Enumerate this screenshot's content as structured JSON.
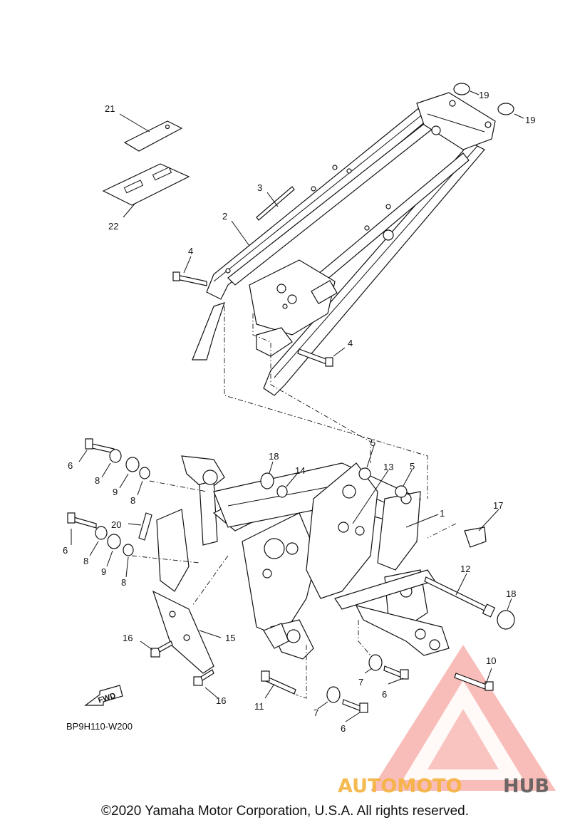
{
  "diagram": {
    "code": "BP9H110-W200",
    "fwd_label": "FWD",
    "callouts": [
      {
        "id": "c1",
        "label": "1"
      },
      {
        "id": "c2",
        "label": "2"
      },
      {
        "id": "c3",
        "label": "3"
      },
      {
        "id": "c4a",
        "label": "4"
      },
      {
        "id": "c4b",
        "label": "4"
      },
      {
        "id": "c5a",
        "label": "5"
      },
      {
        "id": "c5b",
        "label": "5"
      },
      {
        "id": "c6a",
        "label": "6"
      },
      {
        "id": "c6b",
        "label": "6"
      },
      {
        "id": "c6c",
        "label": "6"
      },
      {
        "id": "c6d",
        "label": "6"
      },
      {
        "id": "c7a",
        "label": "7"
      },
      {
        "id": "c7b",
        "label": "7"
      },
      {
        "id": "c8a",
        "label": "8"
      },
      {
        "id": "c8b",
        "label": "8"
      },
      {
        "id": "c8c",
        "label": "8"
      },
      {
        "id": "c8d",
        "label": "8"
      },
      {
        "id": "c9a",
        "label": "9"
      },
      {
        "id": "c9b",
        "label": "9"
      },
      {
        "id": "c10",
        "label": "10"
      },
      {
        "id": "c11",
        "label": "11"
      },
      {
        "id": "c12",
        "label": "12"
      },
      {
        "id": "c13",
        "label": "13"
      },
      {
        "id": "c14",
        "label": "14"
      },
      {
        "id": "c15",
        "label": "15"
      },
      {
        "id": "c16a",
        "label": "16"
      },
      {
        "id": "c16b",
        "label": "16"
      },
      {
        "id": "c17",
        "label": "17"
      },
      {
        "id": "c18a",
        "label": "18"
      },
      {
        "id": "c18b",
        "label": "18"
      },
      {
        "id": "c19a",
        "label": "19"
      },
      {
        "id": "c19b",
        "label": "19"
      },
      {
        "id": "c20",
        "label": "20"
      },
      {
        "id": "c21",
        "label": "21"
      },
      {
        "id": "c22",
        "label": "22"
      }
    ]
  },
  "watermark": {
    "part1": "AUTOMOTO",
    "part2": "HUB",
    "color_primary": "#f05a4f",
    "color_secondary": "#f5b33f",
    "color_dark": "#555555"
  },
  "footer": {
    "copyright": "©2020 Yamaha Motor Corporation, U.S.A. All rights reserved."
  }
}
